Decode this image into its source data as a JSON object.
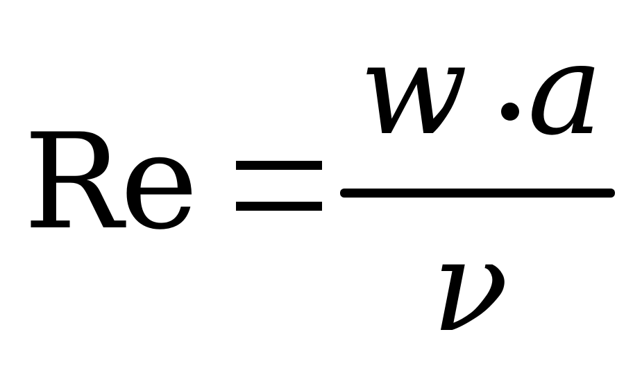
{
  "formula": {
    "lhs": "Re",
    "numerator": {
      "first": "w",
      "operator": "·",
      "second": "a"
    },
    "denominator": "ν"
  }
}
